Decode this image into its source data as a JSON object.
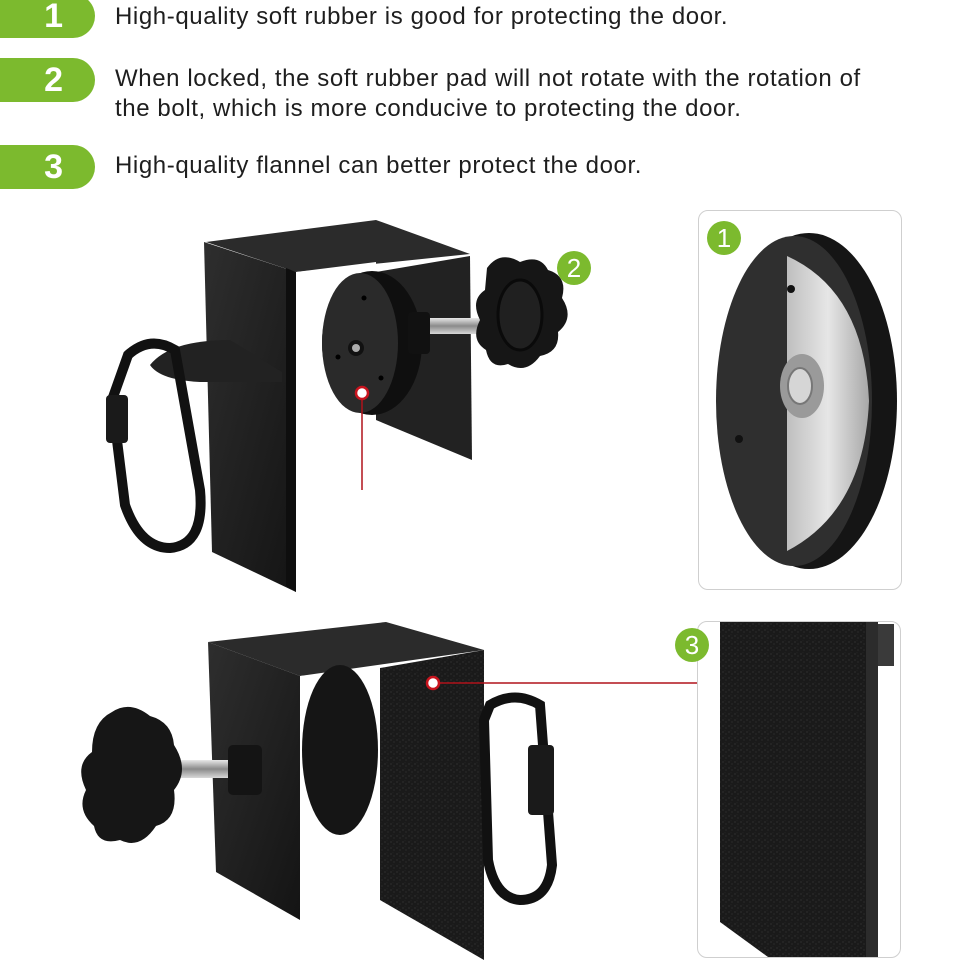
{
  "features": [
    {
      "number": "1",
      "text": "High-quality soft rubber is good for protecting the door."
    },
    {
      "number": "2",
      "text": "When locked, the soft rubber pad will not rotate with the rotation of\nthe bolt, which is more conducive to protecting the door."
    },
    {
      "number": "3",
      "text": "High-quality flannel can better protect the door."
    }
  ],
  "callouts": {
    "knob": "2",
    "rubber_pad_detail": "1",
    "flannel_detail": "3"
  },
  "colors": {
    "accent_green": "#7cba2e",
    "pointer_red": "#b0121b",
    "metal_black": "#1c1c1c"
  }
}
